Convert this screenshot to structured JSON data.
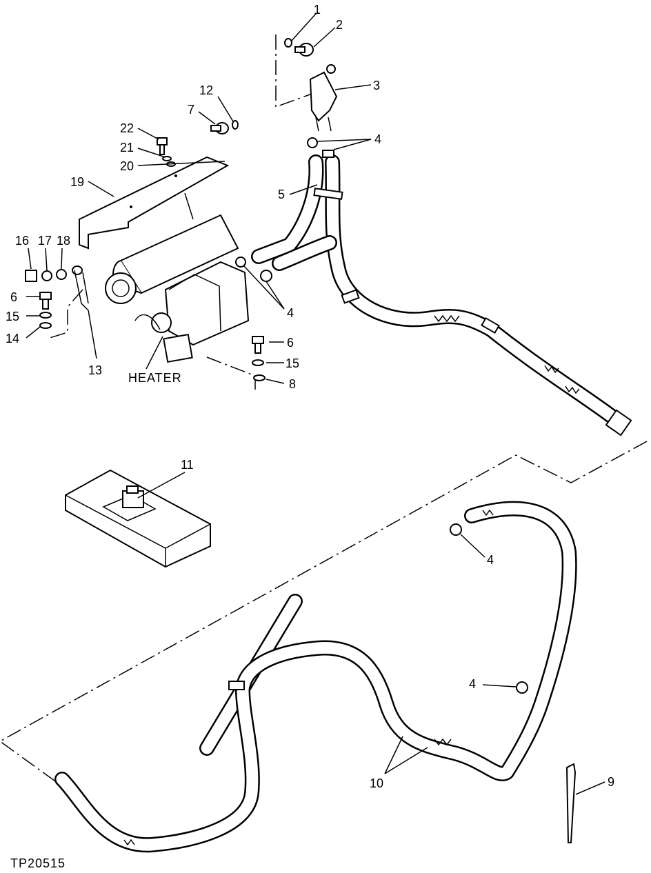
{
  "callouts": {
    "c1": "1",
    "c2": "2",
    "c3": "3",
    "c4a": "4",
    "c5": "5",
    "c12": "12",
    "c7": "7",
    "c22": "22",
    "c21": "21",
    "c20": "20",
    "c19": "19",
    "c16": "16",
    "c17": "17",
    "c18": "18",
    "c6a": "6",
    "c15a": "15",
    "c14": "14",
    "c13": "13",
    "c4b": "4",
    "c6b": "6",
    "c15b": "15",
    "c8": "8",
    "c11": "11",
    "c4c": "4",
    "c4d": "4",
    "c10": "10",
    "c9": "9"
  },
  "heater_label": "HEATER",
  "figure_id": "TP20515",
  "icons": [
    "hose-clamp-icon",
    "cap-screw-icon",
    "washer-icon",
    "nut-icon",
    "cable-strap-icon"
  ]
}
